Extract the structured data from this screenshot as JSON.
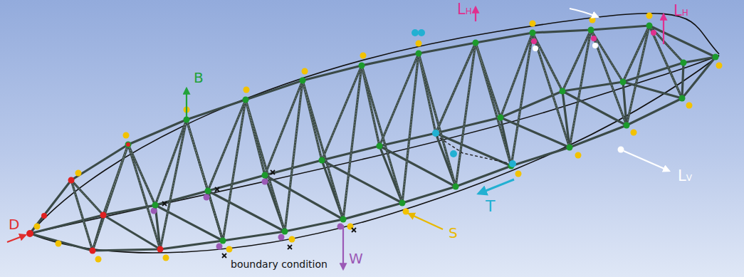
{
  "diagram": {
    "labels": [
      "D",
      "B",
      "LH",
      "LH",
      "LV",
      "T",
      "S",
      "W",
      "boundary condition"
    ]
  }
}
